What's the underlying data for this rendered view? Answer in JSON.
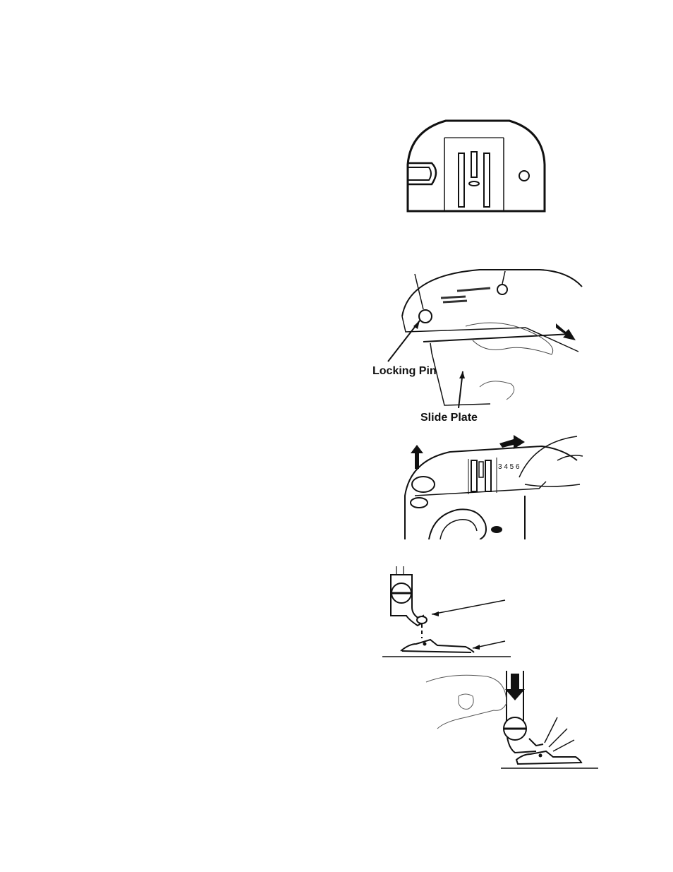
{
  "page": {
    "figures": [
      {
        "id": "needle-plate",
        "description_icon": "straight-stitch-needle-plate-icon"
      },
      {
        "id": "slide-plate-removal",
        "description_icon": "slide-plate-removal-illustration-icon"
      },
      {
        "id": "needle-plate-lift",
        "description_icon": "needle-plate-lift-illustration-icon",
        "dial_numbers": "3 4 5 6"
      },
      {
        "id": "presser-foot-align",
        "description_icon": "presser-foot-alignment-icon"
      },
      {
        "id": "presser-foot-snap",
        "description_icon": "presser-foot-snap-on-icon"
      }
    ],
    "labels": {
      "locking_pin": "Locking Pin",
      "slide_plate": "Slide Plate"
    },
    "colors": {
      "ink": "#111111",
      "paper": "#ffffff"
    }
  }
}
